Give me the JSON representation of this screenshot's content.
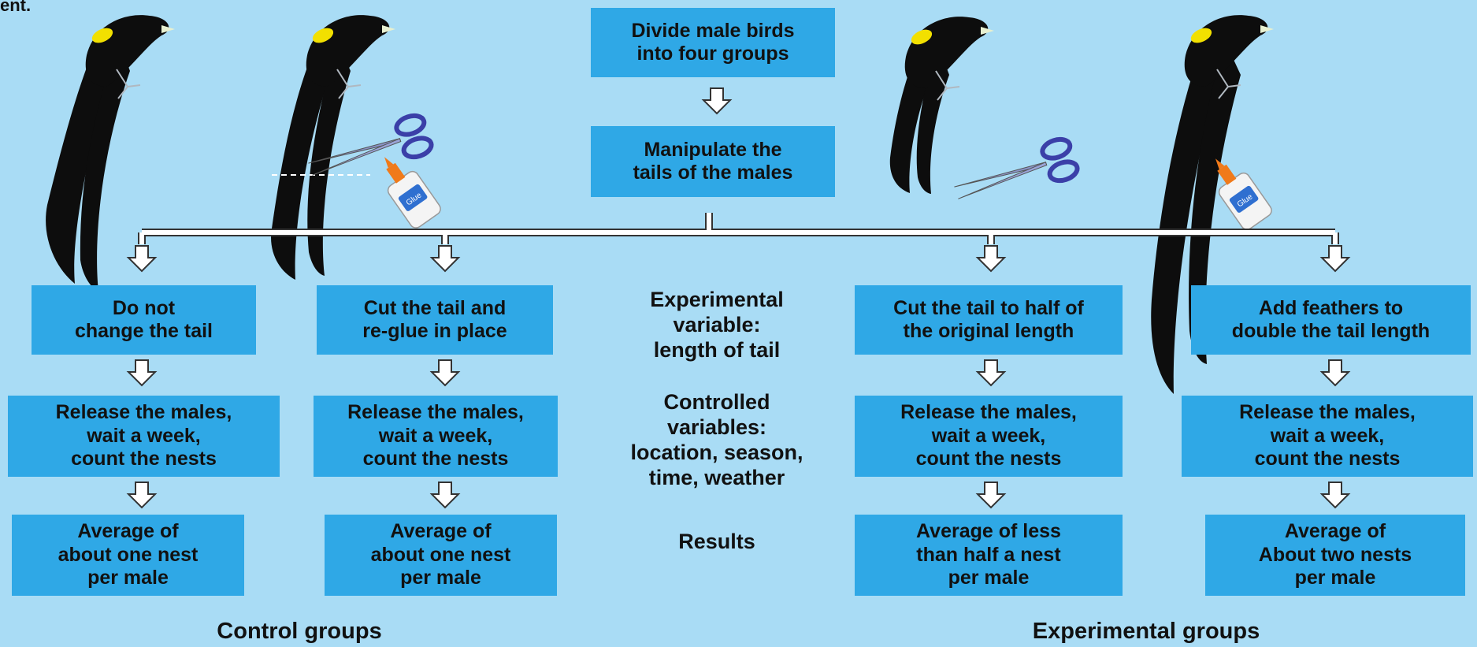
{
  "corner_text": "ent.",
  "top": {
    "divide": "Divide male birds\ninto four groups",
    "manipulate": "Manipulate the\ntails of the males"
  },
  "groups": [
    {
      "treatment": "Do not\nchange the tail",
      "release": "Release the males,\nwait a week,\ncount the nests",
      "result": "Average of\nabout one nest\nper male"
    },
    {
      "treatment": "Cut the tail and\nre-glue in place",
      "release": "Release the males,\nwait a week,\ncount the nests",
      "result": "Average of\nabout one nest\nper male"
    },
    {
      "treatment": "Cut the tail to half of\nthe original length",
      "release": "Release the males,\nwait a week,\ncount the nests",
      "result": "Average of less\nthan half a nest\nper male"
    },
    {
      "treatment": "Add feathers to\ndouble the tail length",
      "release": "Release the males,\nwait a week,\ncount the nests",
      "result": "Average of\nAbout two nests\nper male"
    }
  ],
  "middle": {
    "experimental_variable": "Experimental\nvariable:\nlength of tail",
    "controlled_variables": "Controlled\nvariables:\nlocation, season,\ntime, weather",
    "results": "Results"
  },
  "captions": {
    "control": "Control groups",
    "experimental": "Experimental groups"
  },
  "glue_label": "Glue",
  "colors": {
    "background": "#a9dcf5",
    "box": "#2fa8e6",
    "bird": "#0d0d0d",
    "bird_patch": "#f2e000"
  }
}
